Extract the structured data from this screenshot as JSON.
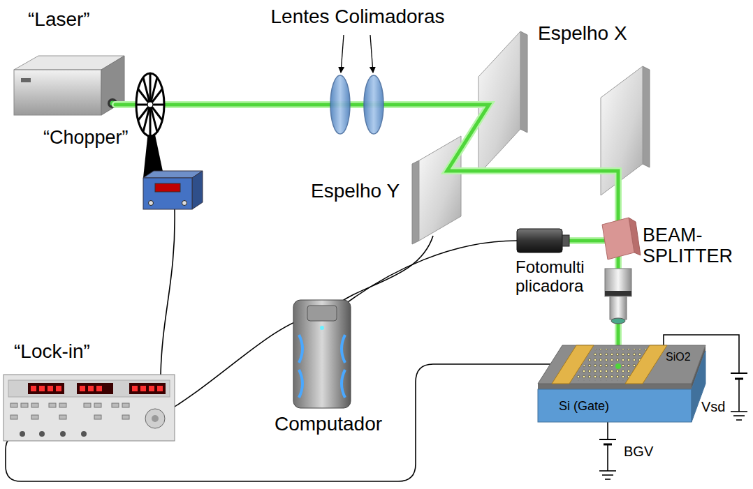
{
  "diagram": {
    "labels": [
      "“Laser”",
      "Lentes Colimadoras",
      "Espelho X",
      "“Chopper”",
      "Espelho Y",
      "BEAM- SPLITTER",
      "Fotomulti plicadora",
      "“Lock-in”",
      "Computador",
      "SiO2",
      "Si (Gate)",
      "Vsd",
      "BGV"
    ]
  }
}
